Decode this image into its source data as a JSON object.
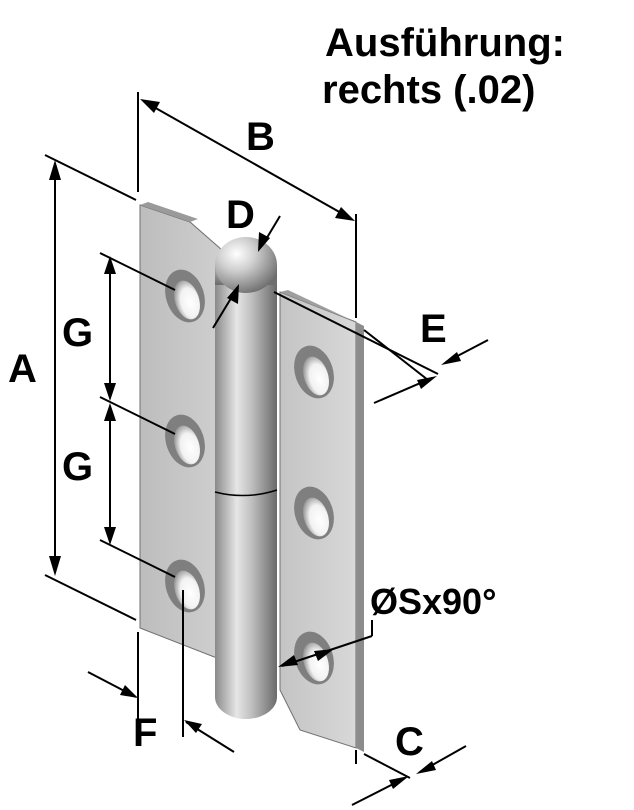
{
  "title": {
    "line1": "Ausführung:",
    "line2": "rechts (.02)"
  },
  "dimensions": {
    "A": "A",
    "B": "B",
    "C": "C",
    "D": "D",
    "E": "E",
    "F": "F",
    "G1": "G",
    "G2": "G",
    "S": "ØSx90°"
  },
  "colors": {
    "leaf_light": "#d3d3d3",
    "leaf_mid": "#b9b9b9",
    "leaf_dark": "#8f8f8f",
    "pin_light": "#efefef",
    "pin_dark": "#6f6f6f",
    "hole": "#ffffff",
    "ink": "#000000"
  }
}
